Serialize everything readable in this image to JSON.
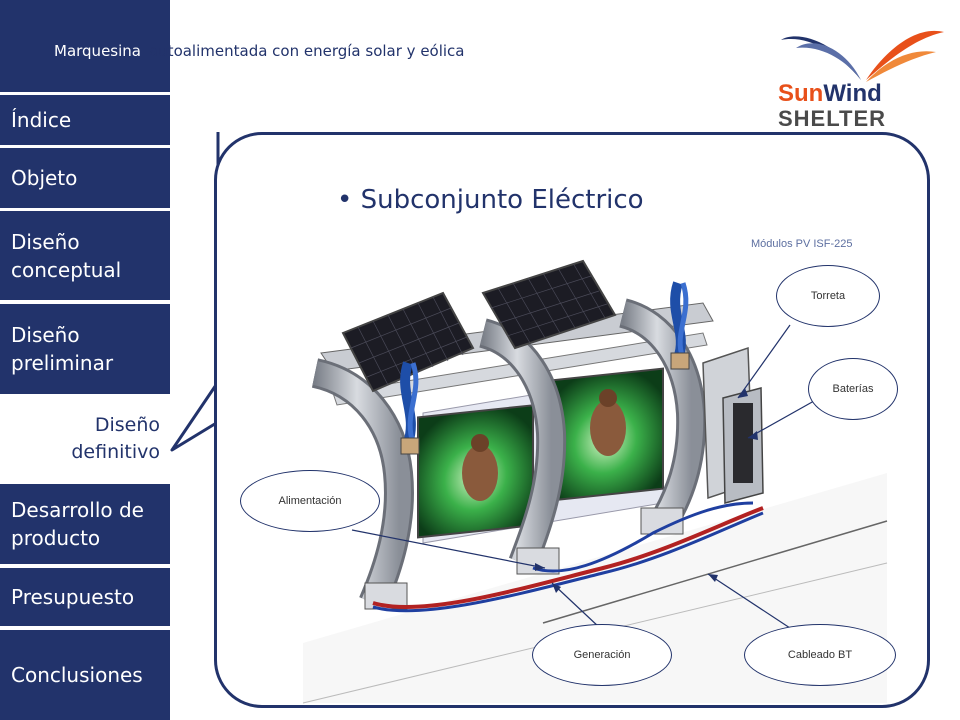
{
  "header": {
    "title_highlight": "Marquesina",
    "title_rest": "autoalimentada con energía solar y eólica"
  },
  "logo": {
    "line1_a": "Sun",
    "line1_b": "Wind",
    "line2": "SHELTER",
    "colors": {
      "orange": "#e8501a",
      "navy": "#22336b",
      "gray": "#4a4a4a"
    }
  },
  "sidebar": {
    "items": [
      {
        "label": "Índice"
      },
      {
        "label": "Objeto"
      },
      {
        "label": "Diseño conceptual"
      },
      {
        "label": "Diseño preliminar"
      },
      {
        "label": "Diseño definitivo",
        "active": true
      },
      {
        "label": "Desarrollo de producto"
      },
      {
        "label": "Presupuesto"
      },
      {
        "label": "Conclusiones"
      }
    ]
  },
  "slide": {
    "heading": "• Subconjunto Eléctrico",
    "modulos_label": "Módulos PV ISF-225",
    "callouts": {
      "torreta": "Torreta",
      "baterias": "Baterías",
      "alimentacion": "Alimentación",
      "generacion": "Generación",
      "cableado": "Cableado BT"
    }
  },
  "theme": {
    "navy": "#22336b",
    "accent": "#e8501a"
  }
}
